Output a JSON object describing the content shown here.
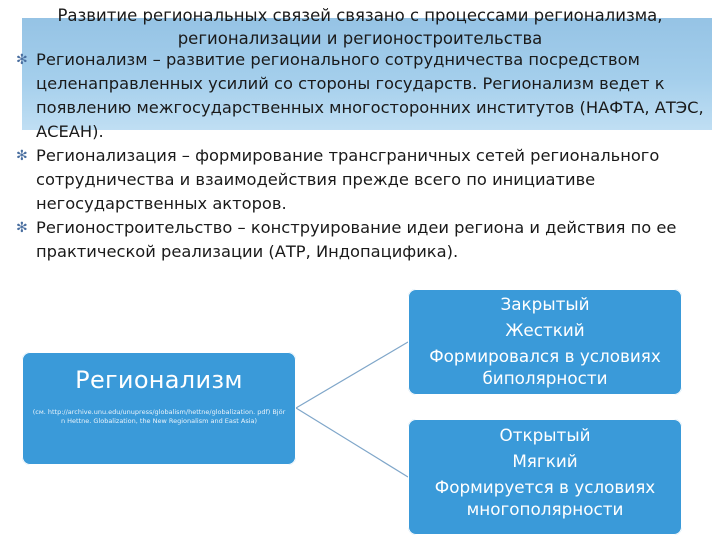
{
  "slide": {
    "title": "Развитие региональных связей связано с процессами регионализма, регионализации и регионостроительства",
    "bullets": [
      "Регионализм – развитие регионального сотрудничества посредством целенаправленных усилий со стороны государств. Регионализм ведет к появлению межгосударственных многосторонних институтов (НАФТА, АТЭС, АСЕАН).",
      "Регионализация – формирование трансграничных сетей регионального сотрудничества и взаимодействия прежде всего по инициативе негосударственных акторов.",
      "Регионостроительство – конструирование идеи региона и действия по ее практической реализации (АТР, Индопацифика)."
    ],
    "bullet_icon": "asterisk-icon"
  },
  "diagram": {
    "main": {
      "label": "Регионализм",
      "source": "(см. http://archive.unu.edu/unupress/globalism/hettne/globalization. pdf) Björn Hettne. Globalization, the New Regionalism and East Asia)"
    },
    "branch_closed": [
      "Закрытый",
      "Жесткий",
      "Формировался в условиях биполярности"
    ],
    "branch_open": [
      "Открытый",
      "Мягкий",
      "Формируется в условиях многополярности"
    ]
  },
  "colors": {
    "box_fill": "#3a9ad9",
    "header_band": "#5aa7dc",
    "connector": "#7fa6c9"
  }
}
